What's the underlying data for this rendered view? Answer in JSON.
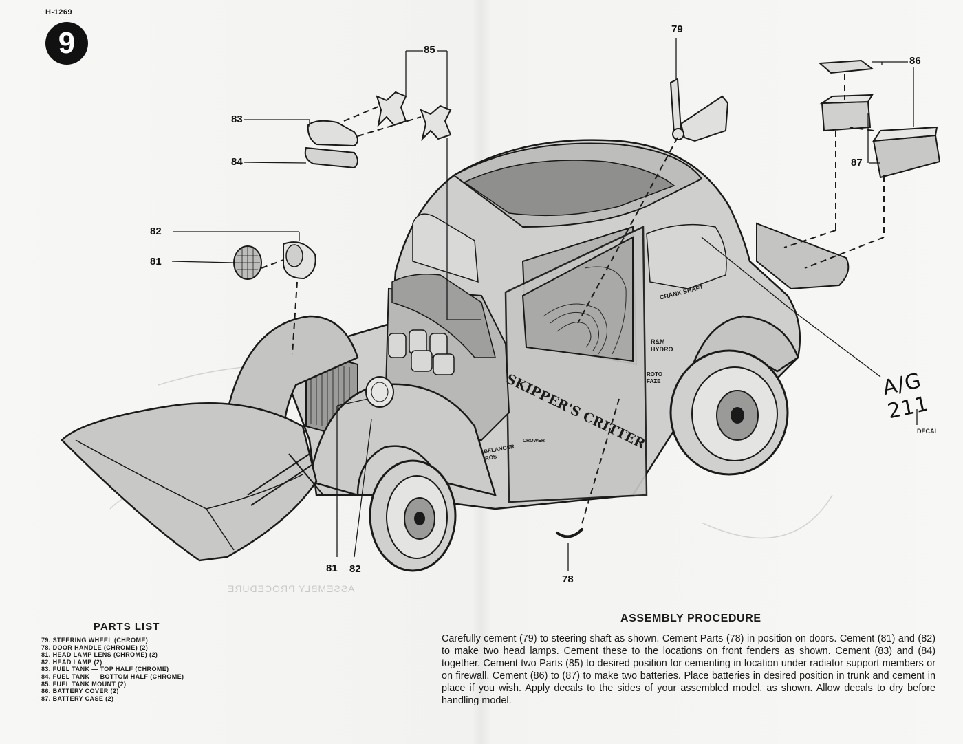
{
  "header": {
    "kit_code": "H-1269",
    "step_number": "9"
  },
  "callouts": {
    "p79": "79",
    "p85": "85",
    "p86": "86",
    "p83": "83",
    "p84": "84",
    "p87": "87",
    "p82_top": "82",
    "p81_top": "81",
    "p81_bottom": "81",
    "p82_bottom": "82",
    "p78": "78"
  },
  "decal": {
    "text": "A/G 211",
    "label": "DECAL"
  },
  "car_lettering": {
    "door_name": "SKIPPER'S CRITTER",
    "crank_shaft": "CRANK SHAFT",
    "rm": "R&M HYDRO",
    "roto": "ROTO FAZE",
    "belanger": "BELANGER ROS",
    "crower": "CROWER"
  },
  "parts_list": {
    "title": "PARTS LIST",
    "items": [
      "79. STEERING WHEEL (CHROME)",
      "78. DOOR HANDLE (CHROME) (2)",
      "81. HEAD LAMP LENS (CHROME) (2)",
      "82. HEAD LAMP (2)",
      "83. FUEL TANK — TOP HALF (CHROME)",
      "84. FUEL TANK — BOTTOM HALF (CHROME)",
      "85. FUEL TANK MOUNT (2)",
      "86. BATTERY COVER (2)",
      "87. BATTERY CASE (2)"
    ]
  },
  "assembly": {
    "title": "ASSEMBLY PROCEDURE",
    "body": "Carefully cement (79) to steering shaft as shown. Cement Parts (78) in position on doors. Cement (81) and (82) to make two head lamps. Cement these to the locations on front fenders as shown. Cement (83) and (84) together. Cement two Parts (85) to desired position for cementing in location under radiator support members or on firewall. Cement (86) to (87) to make two batteries. Place batteries in desired position in trunk and cement in place if you wish. Apply decals to the sides of your assembled model, as shown. Allow decals to dry before handling model."
  }
}
